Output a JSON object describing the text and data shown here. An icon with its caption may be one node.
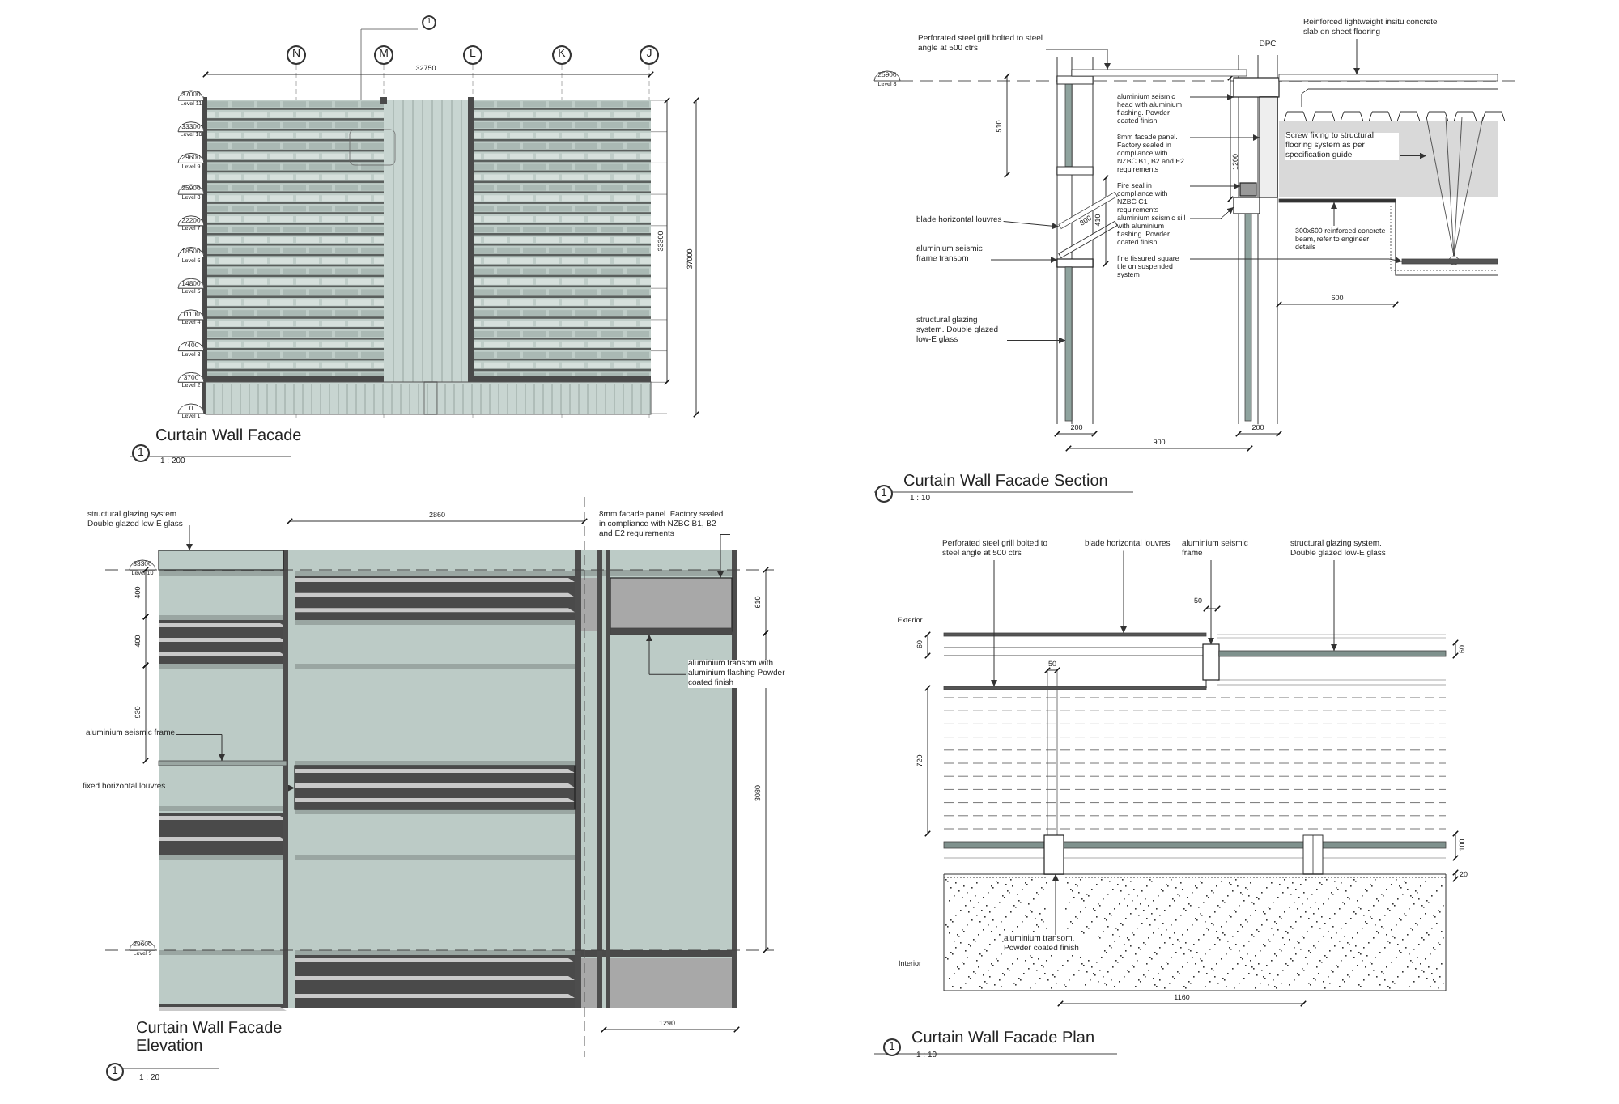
{
  "diagram": {
    "nodes": [
      {
        "text": [
          "Perforated steel grill bolted to steel angle at 500 ctrs"
        ]
      },
      {
        "text": [
          "aluminium seismic head with aluminium flashing. Powder coated finish"
        ]
      },
      {
        "text": [
          "8mm facade panel. Factory sealed in compliance with NZBC B1, B2 and E2 requirements"
        ]
      },
      {
        "text": [
          "blade horizontal louvres"
        ]
      },
      {
        "text": [
          "Fire seal in compliance with NZBC C1 requirements"
        ]
      },
      {
        "text": [
          "aluminium seismic sill with aluminium flashing. Powder coated finish"
        ]
      },
      {
        "text": [
          "fine fissured square tile on suspended system"
        ]
      },
      {
        "text": [
          "aluminium seismic frame transom"
        ]
      },
      {
        "text": [
          "structural glazing system. Double glazed low-E glass"
        ]
      },
      {
        "text": [
          "Reinforced lightweight insitu concrete slab on sheet flooring"
        ]
      },
      {
        "text": [
          "Screw fixing to structural flooring system as per specification guide"
        ]
      },
      {
        "text": [
          "300x600 reinforced concrete beam, refer to engineer details"
        ]
      },
      {
        "text": [
          "structural glazing system. Double glazed low-E glass"
        ]
      },
      {
        "text": [
          "8mm facade panel. Factory sealed in compliance with NZBC B1, B2 and E2 requirements"
        ]
      },
      {
        "text": [
          "aluminium transom with aluminium flashing Powder coated finish"
        ]
      },
      {
        "text": [
          "aluminium seismic frame"
        ]
      },
      {
        "text": [
          "fixed horizontal louvres"
        ]
      },
      {
        "text": [
          "Perforated steel grill bolted to steel angle at 500 ctrs"
        ]
      },
      {
        "text": [
          "blade horizontal louvres"
        ]
      },
      {
        "text": [
          "aluminium seismic frame"
        ]
      },
      {
        "text": [
          "structural glazing system. Double glazed low-E glass"
        ]
      },
      {
        "text": [
          "aluminium transom. Powder coated finish"
        ]
      },
      {
        "text": [],
        "shape": "bar"
      },
      {
        "text": [],
        "shape": "box"
      },
      {
        "text": [],
        "shape": "box"
      },
      {
        "text": [],
        "shape": "box"
      },
      {
        "text": [],
        "shape": "box"
      },
      {
        "text": [],
        "shape": "bar"
      },
      {
        "text": [],
        "shape": "bar"
      },
      {
        "text": [],
        "shape": "box"
      },
      {
        "text": [],
        "shape": "bar"
      },
      {
        "text": [],
        "shape": "bar"
      },
      {
        "text": [],
        "shape": "line"
      },
      {
        "text": [],
        "shape": "bar"
      },
      {
        "text": [],
        "shape": "box"
      },
      {
        "text": [],
        "shape": "box"
      },
      {
        "text": [],
        "shape": "bar"
      },
      {
        "text": [],
        "shape": "bar"
      },
      {
        "text": [],
        "shape": "box"
      },
      {
        "text": [],
        "shape": "bar"
      },
      {
        "text": [],
        "shape": "bar"
      },
      {
        "text": [],
        "shape": "box"
      },
      {
        "text": [],
        "shape": "bar"
      },
      {
        "text": [],
        "shape": "box"
      }
    ],
    "edges": [
      {
        "from": 0,
        "to": 22,
        "arrow": "to"
      },
      {
        "from": 1,
        "to": 23,
        "arrow": "to"
      },
      {
        "from": 2,
        "to": 24,
        "arrow": "to"
      },
      {
        "from": 3,
        "to": 28,
        "arrow": "to"
      },
      {
        "from": 4,
        "to": 25,
        "arrow": "to"
      },
      {
        "from": 5,
        "to": 26,
        "arrow": "to"
      },
      {
        "from": 6,
        "to": 27,
        "arrow": "to"
      },
      {
        "from": 7,
        "to": 29,
        "arrow": "to"
      },
      {
        "from": 8,
        "to": 30,
        "arrow": "to"
      },
      {
        "from": 9,
        "to": 31,
        "arrow": "to"
      },
      {
        "from": 10,
        "to": 32,
        "arrow": "to"
      },
      {
        "from": 11,
        "to": 33,
        "arrow": "to"
      },
      {
        "from": 12,
        "to": 34,
        "arrow": "to"
      },
      {
        "from": 13,
        "to": 35,
        "arrow": "to"
      },
      {
        "from": 14,
        "to": 36,
        "arrow": "to"
      },
      {
        "from": 15,
        "to": 37,
        "arrow": "to"
      },
      {
        "from": 16,
        "to": 38,
        "arrow": "to"
      },
      {
        "from": 17,
        "to": 39,
        "arrow": "to"
      },
      {
        "from": 18,
        "to": 40,
        "arrow": "to"
      },
      {
        "from": 19,
        "to": 41,
        "arrow": "to"
      },
      {
        "from": 20,
        "to": 42,
        "arrow": "to"
      },
      {
        "from": 21,
        "to": 43,
        "arrow": "to"
      }
    ],
    "labels": [
      "1",
      "N",
      "M",
      "L",
      "K",
      "J",
      "32750",
      "37000",
      "Level 11",
      "33300",
      "Level 10",
      "29600",
      "Level 9",
      "25900",
      "Level 8",
      "22200",
      "Level 7",
      "18500",
      "Level 6",
      "14800",
      "Level 5",
      "11100",
      "Level 4",
      "7400",
      "Level 3",
      "3700",
      "Level 2",
      "0",
      "Level 1",
      "33300",
      "37000",
      "1",
      "Curtain Wall Facade",
      "1 : 200",
      "DPC",
      "25900",
      "Level 8",
      "510",
      "300",
      "410",
      "1200",
      "200",
      "200",
      "900",
      "600",
      "1",
      "Curtain Wall Facade Section",
      "1 : 10",
      "2860",
      "33300",
      "Level 10",
      "400",
      "400",
      "930",
      "610",
      "3080",
      "29600",
      "Level 9",
      "1290",
      "1",
      "Curtain Wall Facade Elevation",
      "1 : 20",
      "Exterior",
      "Interior",
      "60",
      "50",
      "50",
      "60",
      "720",
      "100",
      "20",
      "1160",
      "1",
      "Curtain Wall Facade Plan",
      "1 : 10"
    ]
  }
}
